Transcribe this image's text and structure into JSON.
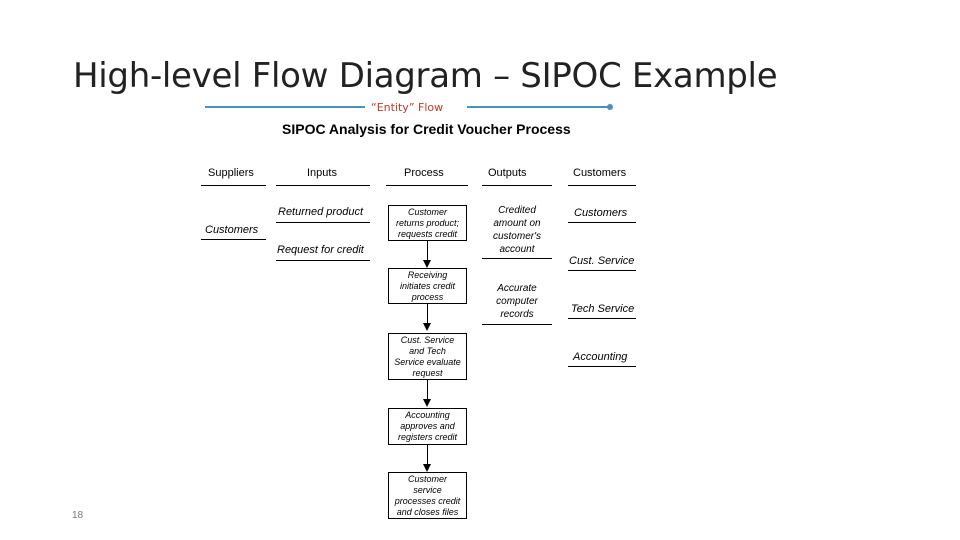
{
  "slide": {
    "title": "High-level Flow Diagram – SIPOC Example",
    "entity_flow_label": "“Entity” Flow",
    "page_number": "18"
  },
  "diagram": {
    "title": "SIPOC Analysis for Credit Voucher Process",
    "headers": [
      "Suppliers",
      "Inputs",
      "Process",
      "Outputs",
      "Customers"
    ],
    "suppliers": [
      "Customers"
    ],
    "inputs": [
      "Returned product",
      "Request for credit"
    ],
    "process_steps": [
      [
        "Customer",
        "returns product;",
        "requests credit"
      ],
      [
        "Receiving",
        "initiates credit",
        "process"
      ],
      [
        "Cust. Service",
        "and Tech",
        "Service evaluate",
        "request"
      ],
      [
        "Accounting",
        "approves and",
        "registers credit"
      ],
      [
        "Customer",
        "service",
        "processes credit",
        "and closes files"
      ]
    ],
    "outputs": [
      [
        "Credited",
        "amount on",
        "customer's",
        "account"
      ],
      [
        "Accurate",
        "computer",
        "records"
      ]
    ],
    "customers": [
      "Customers",
      "Cust. Service",
      "Tech Service",
      "Accounting"
    ]
  }
}
